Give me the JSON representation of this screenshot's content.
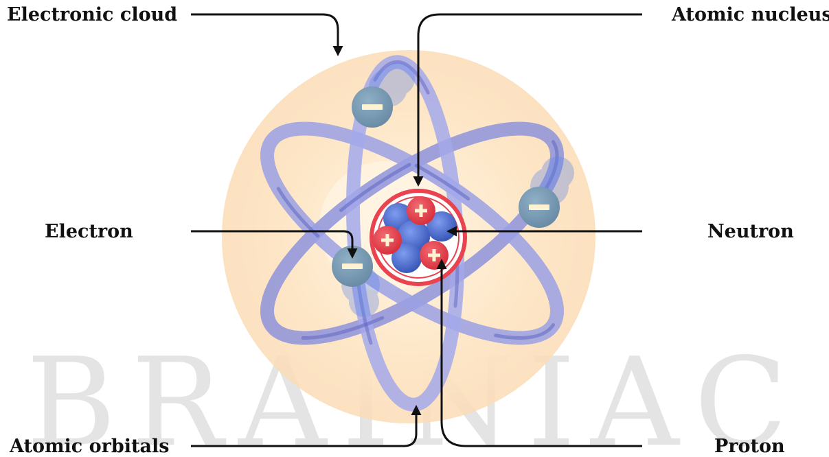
{
  "labels": {
    "electronic_cloud": "Electronic cloud",
    "atomic_nucleus": "Atomic nucleus",
    "electron": "Electron",
    "neutron": "Neutron",
    "atomic_orbitals": "Atomic orbitals",
    "proton": "Proton"
  },
  "watermark": "BRAINIAC",
  "particles": {
    "electron_sign": "−",
    "proton_sign": "+"
  },
  "colors": {
    "cloud": "#fbe3c2",
    "orbit": "#8e93dc",
    "orbit_dark": "#6a70c8",
    "electron": "#7ea0b8",
    "proton": "#e8434f",
    "neutron": "#4b6fd0",
    "nucleus_ring": "#e8434f",
    "leader_line": "#111111"
  }
}
